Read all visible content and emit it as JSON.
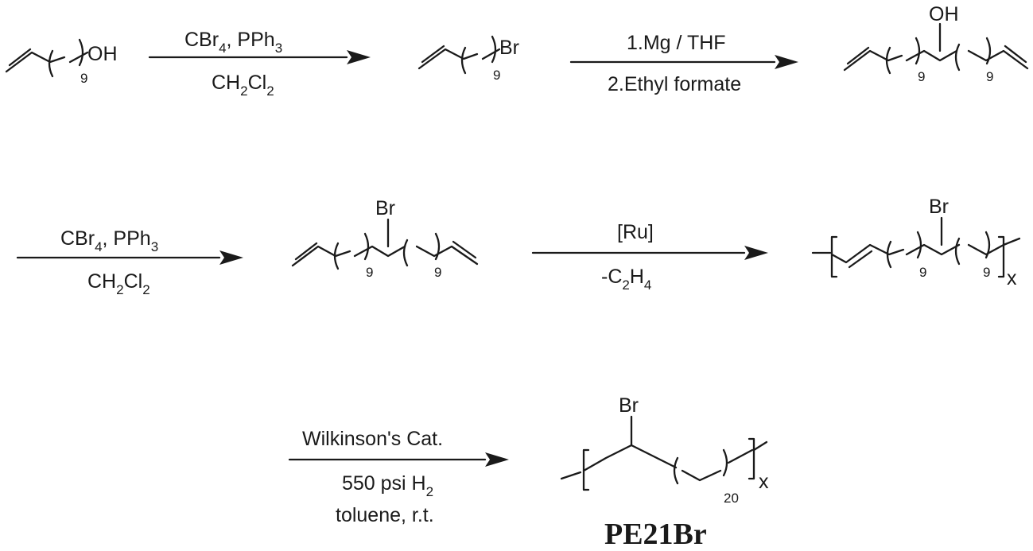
{
  "step1": {
    "start": {
      "hydroxyl": "OH",
      "repeat": "9"
    },
    "reagent_line1_base": "CBr",
    "reagent_line1_sub": "4",
    "reagent_line1_rest": ", PPh",
    "reagent_line1_sub2": "3",
    "reagent_line2_a": "CH",
    "reagent_line2_sub1": "2",
    "reagent_line2_b": "Cl",
    "reagent_line2_sub2": "2",
    "product": {
      "halide": "Br",
      "repeat": "9"
    }
  },
  "step2": {
    "reagent_line1": "1.Mg / THF",
    "reagent_line2": "2.Ethyl formate",
    "product": {
      "hydroxyl": "OH",
      "repeat_left": "9",
      "repeat_right": "9"
    }
  },
  "step3": {
    "reagent_line1_base": "CBr",
    "reagent_line1_sub": "4",
    "reagent_line1_rest": ", PPh",
    "reagent_line1_sub2": "3",
    "reagent_line2_a": "CH",
    "reagent_line2_sub1": "2",
    "reagent_line2_b": "Cl",
    "reagent_line2_sub2": "2",
    "product": {
      "halide": "Br",
      "repeat_left": "9",
      "repeat_right": "9"
    }
  },
  "step4": {
    "reagent_line1": "[Ru]",
    "reagent_line2_a": "-C",
    "reagent_line2_sub1": "2",
    "reagent_line2_b": "H",
    "reagent_line2_sub2": "4",
    "product": {
      "halide": "Br",
      "repeat_left": "9",
      "repeat_right": "9",
      "polymer_index": "x"
    }
  },
  "step5": {
    "reagent_line1": "Wilkinson's  Cat.",
    "reagent_line2_a": "550 psi H",
    "reagent_line2_sub": "2",
    "reagent_line3": "toluene, r.t.",
    "product": {
      "halide": "Br",
      "repeat": "20",
      "polymer_index": "x",
      "name": "PE21Br"
    }
  }
}
